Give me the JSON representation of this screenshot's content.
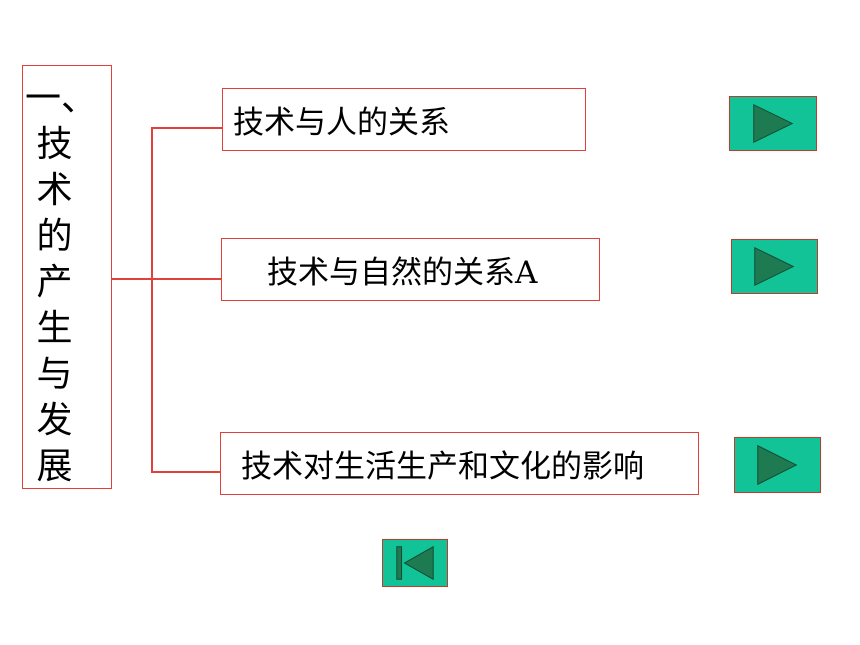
{
  "slide": {
    "title": "一、\n 技\n 术\n 的\n 产\n 生\n 与\n 发\n 展",
    "topics": [
      {
        "label": "技术与人的关系"
      },
      {
        "label": "技术与自然的关系A"
      },
      {
        "label": "技术对生活生产和文化的影响"
      }
    ]
  },
  "colors": {
    "border": "#e0413a",
    "button_fill": "#12c398",
    "arrow": "#1e7a50"
  },
  "icons": {
    "next": "play-arrow-icon",
    "first": "skip-to-start-icon"
  }
}
